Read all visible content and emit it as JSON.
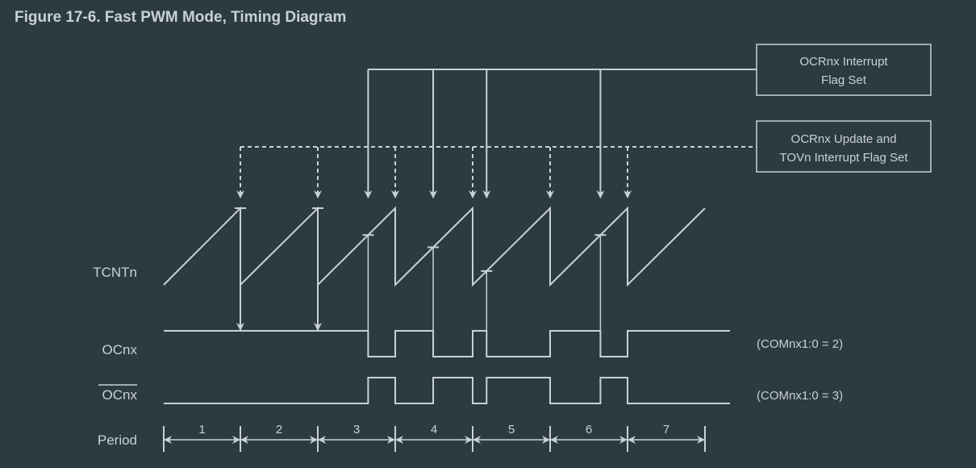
{
  "title": "Figure 17-6. Fast PWM Mode, Timing Diagram",
  "callouts": {
    "ocr_flag": [
      "OCRnx Interrupt",
      "Flag Set"
    ],
    "tov_flag": [
      "OCRnx Update and",
      "TOVn Interrupt Flag Set"
    ]
  },
  "signals": {
    "tcnt": "TCNTn",
    "ocnx": "OCnx",
    "ocnx_inv": "OCnx",
    "period": "Period"
  },
  "modes": {
    "com2": "(COMnx1:0 = 2)",
    "com3": "(COMnx1:0 = 3)"
  },
  "periods": [
    "1",
    "2",
    "3",
    "4",
    "5",
    "6",
    "7"
  ],
  "compare_levels": [
    1.0,
    1.0,
    0.65,
    0.49,
    0.18,
    0.65
  ],
  "colors": {
    "background": "#2c3a42",
    "line": "#c9d1d5"
  }
}
